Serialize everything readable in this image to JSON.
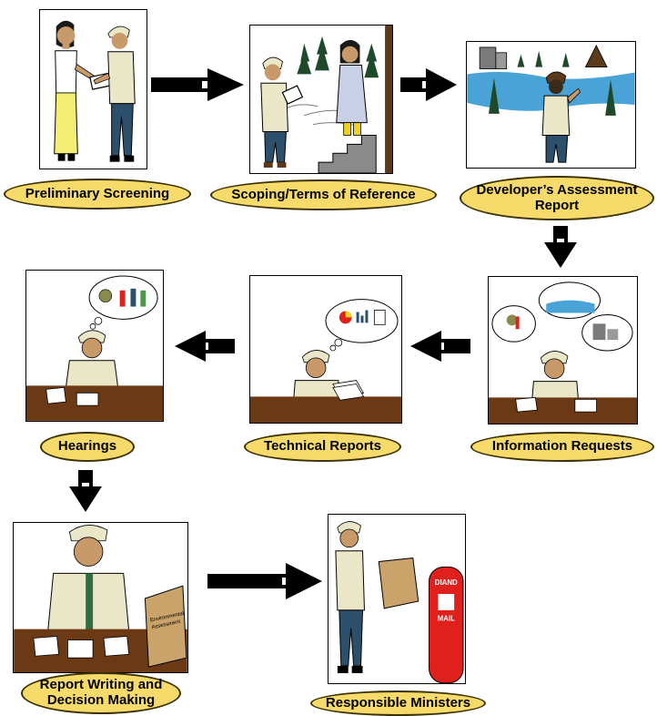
{
  "steps": {
    "preliminary_screening": "Preliminary Screening",
    "scoping": "Scoping/Terms of Reference",
    "developers_report": "Developer’s Assessment\nReport",
    "information_requests": "Information Requests",
    "technical_reports": "Technical Reports",
    "hearings": "Hearings",
    "report_writing": "Report Writing and\nDecision Making",
    "responsible_ministers": "Responsible Ministers"
  },
  "envelope_text": "Environmental\nAssessment",
  "mailbox": {
    "agency": "DIAND",
    "word": "MAIL"
  },
  "colors": {
    "label_fill": "#f7db6a",
    "mailbox_red": "#e0201c",
    "vest": "#e9e4c6",
    "uniform_green": "#2f6b44"
  }
}
